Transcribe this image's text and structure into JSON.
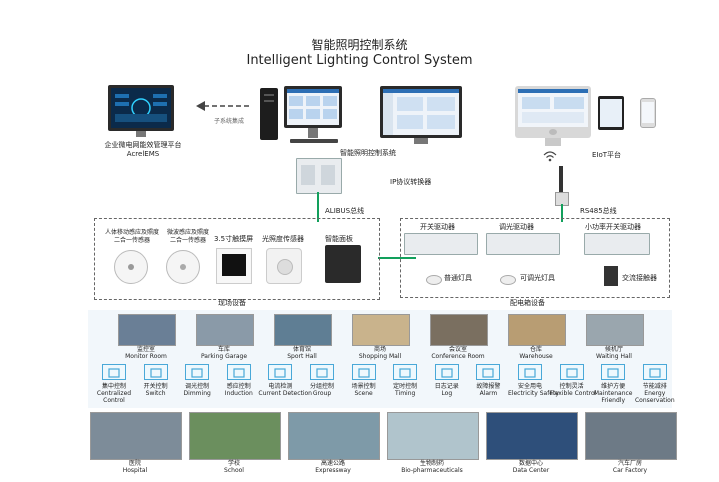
{
  "title": {
    "cn": "智能照明控制系统",
    "en": "Intelligent Lighting Control System"
  },
  "top": {
    "ems_label_cn": "企业微电网能效管理平台",
    "ems_label_en": "AcrelEMS",
    "subsystem": "子系统集成",
    "system_label": "智能照明控制系统",
    "eiot_label": "EIoT平台",
    "gateway_label": "IP协议转换器",
    "alibus": "ALIBUS总线",
    "rs485": "RS485总线"
  },
  "field": {
    "devices": [
      {
        "label": "人体移动感应及照度\n二合一传感器"
      },
      {
        "label": "微波感应及照度\n二合一传感器"
      },
      {
        "label": "3.5寸触摸屏"
      },
      {
        "label": "光照度传感器"
      },
      {
        "label": "智能面板"
      }
    ],
    "caption": "现场设备"
  },
  "cabinet": {
    "modules": [
      {
        "label": "开关驱动器"
      },
      {
        "label": "调光驱动器"
      },
      {
        "label": "小功率开关驱动器"
      }
    ],
    "loads": [
      {
        "label": "普通灯具"
      },
      {
        "label": "可调光灯具"
      },
      {
        "label": "交流接触器"
      }
    ],
    "caption": "配电箱设备"
  },
  "scenes": [
    {
      "cn": "监控室",
      "en": "Monitor Room"
    },
    {
      "cn": "车库",
      "en": "Parking Garage"
    },
    {
      "cn": "体育馆",
      "en": "Sport Hall"
    },
    {
      "cn": "商场",
      "en": "Shopping Mall"
    },
    {
      "cn": "会议室",
      "en": "Conference Room"
    },
    {
      "cn": "仓库",
      "en": "Warehouse"
    },
    {
      "cn": "候机厅",
      "en": "Waiting Hall"
    }
  ],
  "features": [
    {
      "cn": "集中控制",
      "en": "Centralized\nControl"
    },
    {
      "cn": "开关控制",
      "en": "Switch"
    },
    {
      "cn": "调光控制",
      "en": "Dimming"
    },
    {
      "cn": "感应控制",
      "en": "Induction"
    },
    {
      "cn": "电流检测",
      "en": "Current Detection"
    },
    {
      "cn": "分组控制",
      "en": "Group"
    },
    {
      "cn": "场景控制",
      "en": "Scene"
    },
    {
      "cn": "定时控制",
      "en": "Timing"
    },
    {
      "cn": "日志记录",
      "en": "Log"
    },
    {
      "cn": "故障报警",
      "en": "Alarm"
    },
    {
      "cn": "安全用电",
      "en": "Electricity Safety"
    },
    {
      "cn": "控制灵活",
      "en": "Flexible Control"
    },
    {
      "cn": "维护方便",
      "en": "Maintenance\nFriendly"
    },
    {
      "cn": "节能减排",
      "en": "Energy\nConservation"
    }
  ],
  "applications": [
    {
      "cn": "医院",
      "en": "Hospital"
    },
    {
      "cn": "学校",
      "en": "School"
    },
    {
      "cn": "高速公路",
      "en": "Expressway"
    },
    {
      "cn": "生物制药",
      "en": "Bio-pharmaceuticals"
    },
    {
      "cn": "数据中心",
      "en": "Data Center"
    },
    {
      "cn": "汽车厂房",
      "en": "Car Factory"
    }
  ],
  "colors": {
    "bus_green": "#12a05c",
    "icon_blue": "#49a8d8"
  }
}
